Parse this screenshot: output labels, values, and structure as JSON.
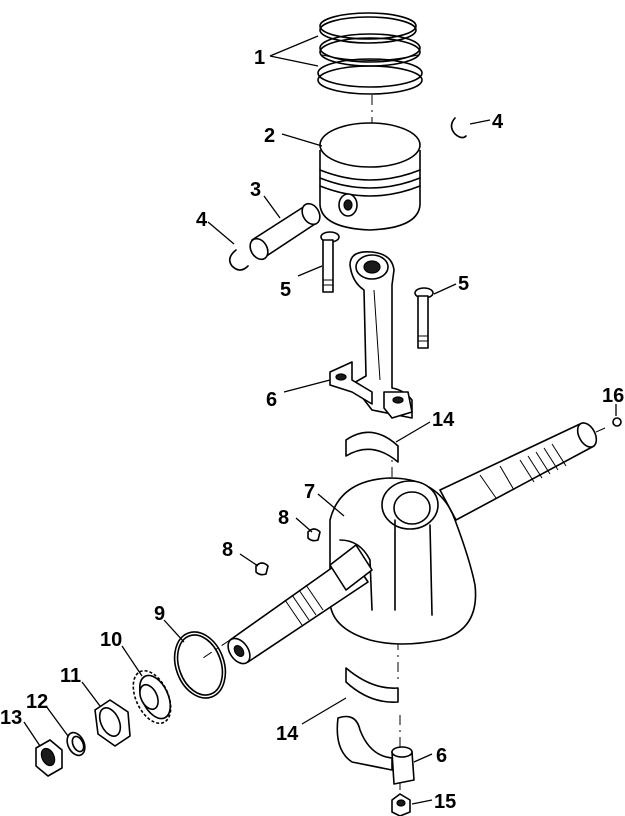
{
  "callouts": {
    "c1": "1",
    "c2": "2",
    "c3": "3",
    "c4a": "4",
    "c4b": "4",
    "c5a": "5",
    "c5b": "5",
    "c6a": "6",
    "c6b": "6",
    "c7": "7",
    "c8a": "8",
    "c8b": "8",
    "c9": "9",
    "c10": "10",
    "c11": "11",
    "c12": "12",
    "c13": "13",
    "c14a": "14",
    "c14b": "14",
    "c15": "15",
    "c16": "16"
  }
}
